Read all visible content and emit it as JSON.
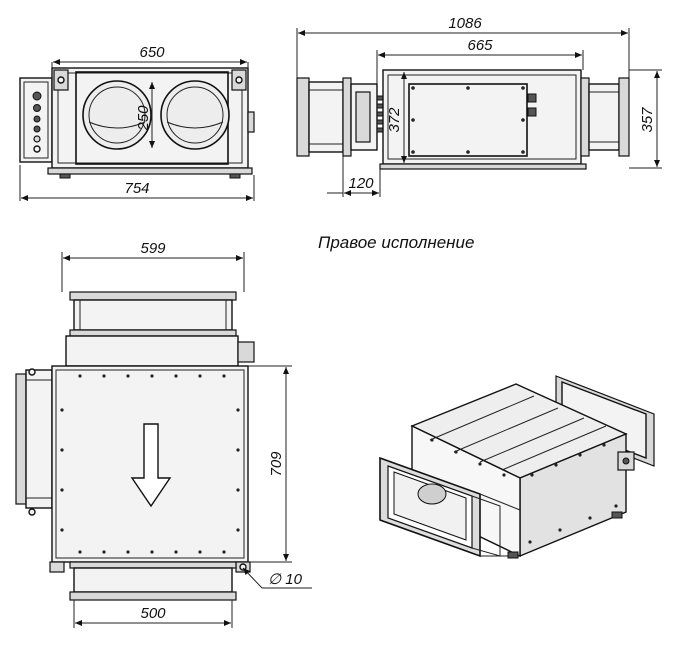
{
  "dimensions": {
    "front_width": "650",
    "front_circle_height": "250",
    "front_overall_width": "754",
    "side_overall_length": "1086",
    "side_body_length": "665",
    "side_body_height": "372",
    "side_overall_height": "357",
    "side_flange_length": "120",
    "top_inlet_width": "599",
    "top_body_depth": "709",
    "top_outlet_width": "500",
    "mount_hole": "∅ 10"
  },
  "caption": "Правое исполнение"
}
